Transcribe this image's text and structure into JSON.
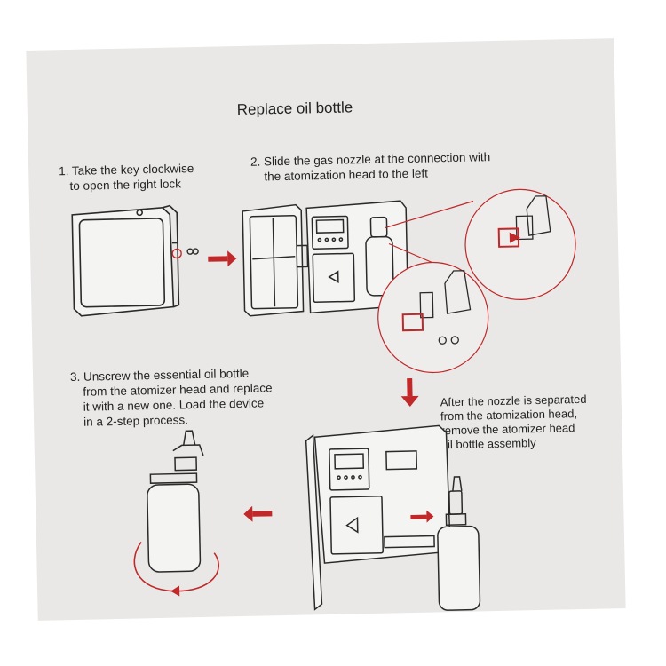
{
  "title": "Replace oil bottle",
  "steps": {
    "step1": [
      "1. Take the key clockwise",
      "to open the right lock"
    ],
    "step2": [
      "2. Slide the gas nozzle at the connection with",
      "the atomization head to the left"
    ],
    "step3": [
      "3. Unscrew the essential oil bottle",
      "from the atomizer head and replace",
      "it with a new one. Load the device",
      "in a 2-step process."
    ],
    "note": [
      "After the nozzle is separated",
      "from the atomization head,",
      "remove the atomizer head",
      "oil bottle assembly"
    ]
  },
  "colors": {
    "paper": "#e9e8e6",
    "ink": "#222222",
    "arrow_red": "#c0282a"
  },
  "icons": [
    "key-icon",
    "arrow-right-icon",
    "arrow-down-icon",
    "arrow-left-icon",
    "rotate-icon"
  ]
}
